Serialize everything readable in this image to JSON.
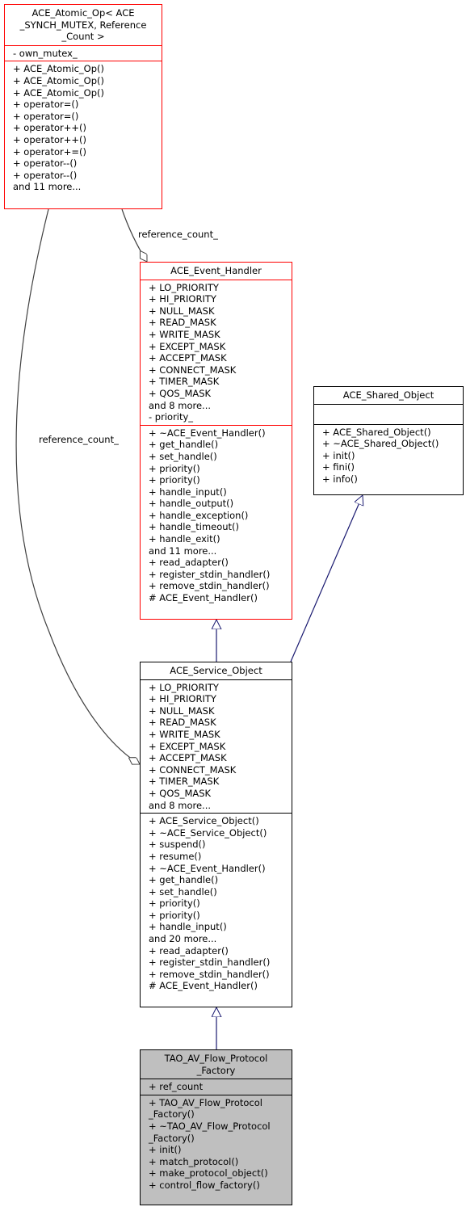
{
  "edge_labels": {
    "atomic_to_event": "reference_count_",
    "atomic_to_service": "reference_count_"
  },
  "classes": {
    "atomic_op": {
      "title": [
        "ACE_Atomic_Op< ACE",
        "_SYNCH_MUTEX, Reference",
        "_Count >"
      ],
      "attributes": [
        "- own_mutex_"
      ],
      "methods": [
        "+ ACE_Atomic_Op()",
        "+ ACE_Atomic_Op()",
        "+ ACE_Atomic_Op()",
        "+ operator=()",
        "+ operator=()",
        "+ operator++()",
        "+ operator++()",
        "+ operator+=()",
        "+ operator--()",
        "+ operator--()",
        "and 11 more..."
      ]
    },
    "event_handler": {
      "title": [
        "ACE_Event_Handler"
      ],
      "attributes": [
        "+ LO_PRIORITY",
        "+ HI_PRIORITY",
        "+ NULL_MASK",
        "+ READ_MASK",
        "+ WRITE_MASK",
        "+ EXCEPT_MASK",
        "+ ACCEPT_MASK",
        "+ CONNECT_MASK",
        "+ TIMER_MASK",
        "+ QOS_MASK",
        "and 8 more...",
        "- priority_"
      ],
      "methods": [
        "+ ~ACE_Event_Handler()",
        "+ get_handle()",
        "+ set_handle()",
        "+ priority()",
        "+ priority()",
        "+ handle_input()",
        "+ handle_output()",
        "+ handle_exception()",
        "+ handle_timeout()",
        "+ handle_exit()",
        "and 11 more...",
        "+ read_adapter()",
        "+ register_stdin_handler()",
        "+ remove_stdin_handler()",
        "# ACE_Event_Handler()"
      ]
    },
    "shared_object": {
      "title": [
        "ACE_Shared_Object"
      ],
      "attributes": [],
      "methods": [
        "+ ACE_Shared_Object()",
        "+ ~ACE_Shared_Object()",
        "+ init()",
        "+ fini()",
        "+ info()"
      ]
    },
    "service_object": {
      "title": [
        "ACE_Service_Object"
      ],
      "attributes": [
        "+ LO_PRIORITY",
        "+ HI_PRIORITY",
        "+ NULL_MASK",
        "+ READ_MASK",
        "+ WRITE_MASK",
        "+ EXCEPT_MASK",
        "+ ACCEPT_MASK",
        "+ CONNECT_MASK",
        "+ TIMER_MASK",
        "+ QOS_MASK",
        "and 8 more..."
      ],
      "methods": [
        "+ ACE_Service_Object()",
        "+ ~ACE_Service_Object()",
        "+ suspend()",
        "+ resume()",
        "+ ~ACE_Event_Handler()",
        "+ get_handle()",
        "+ set_handle()",
        "+ priority()",
        "+ priority()",
        "+ handle_input()",
        "and 20 more...",
        "+ read_adapter()",
        "+ register_stdin_handler()",
        "+ remove_stdin_handler()",
        "# ACE_Event_Handler()"
      ]
    },
    "flow_factory": {
      "title": [
        "TAO_AV_Flow_Protocol",
        "_Factory"
      ],
      "attributes": [
        "+ ref_count"
      ],
      "methods": [
        "+ TAO_AV_Flow_Protocol",
        "_Factory()",
        "+ ~TAO_AV_Flow_Protocol",
        "_Factory()",
        "+ init()",
        "+ match_protocol()",
        "+ make_protocol_object()",
        "+ control_flow_factory()"
      ]
    }
  }
}
